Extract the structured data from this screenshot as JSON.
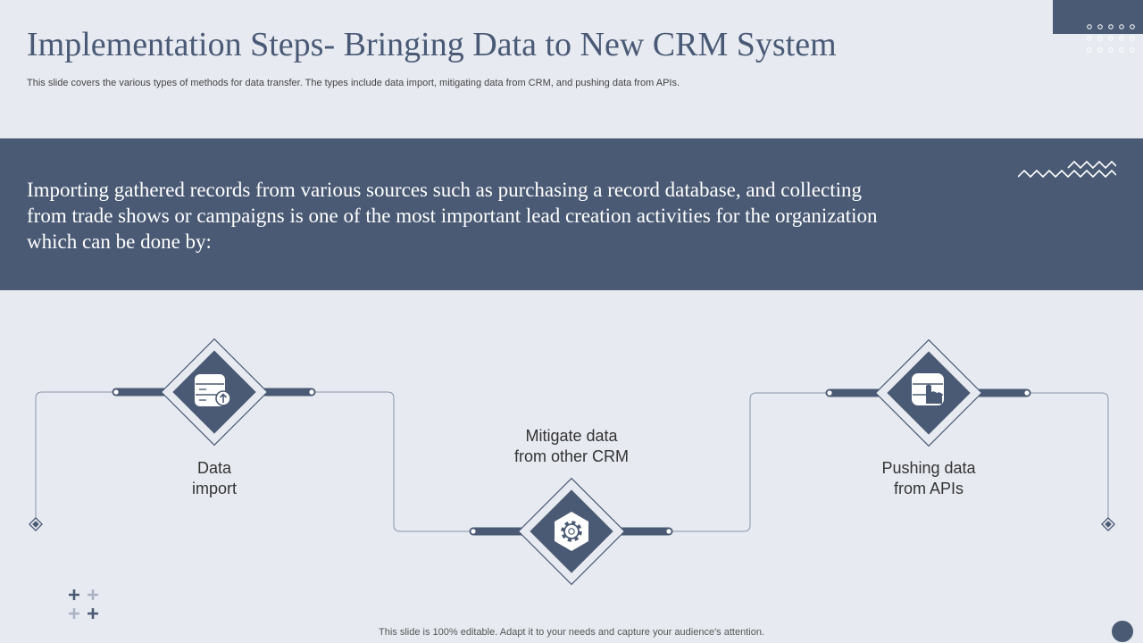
{
  "slide": {
    "title": "Implementation Steps- Bringing Data to New CRM System",
    "subtitle": "This slide covers the various types of methods for data transfer. The types include data import, mitigating data from CRM, and pushing data from APIs.",
    "band_text": "Importing gathered records from various sources such as purchasing a record database, and collecting from trade shows or campaigns is one of the most important lead creation activities for the organization which can be done by:",
    "footer": "This slide is 100% editable. Adapt it to your needs and capture your audience's attention."
  },
  "steps": [
    {
      "label_line1": "Data",
      "label_line2": "import",
      "icon": "database-upload-icon"
    },
    {
      "label_line1": "Mitigate data",
      "label_line2": "from other CRM",
      "icon": "gear-icon"
    },
    {
      "label_line1": "Pushing data",
      "label_line2": "from APIs",
      "icon": "database-touch-icon"
    }
  ],
  "colors": {
    "primary": "#4a5a74",
    "background": "#e7eaf0",
    "title": "#4a5a76",
    "connector": "#8a96ac"
  }
}
